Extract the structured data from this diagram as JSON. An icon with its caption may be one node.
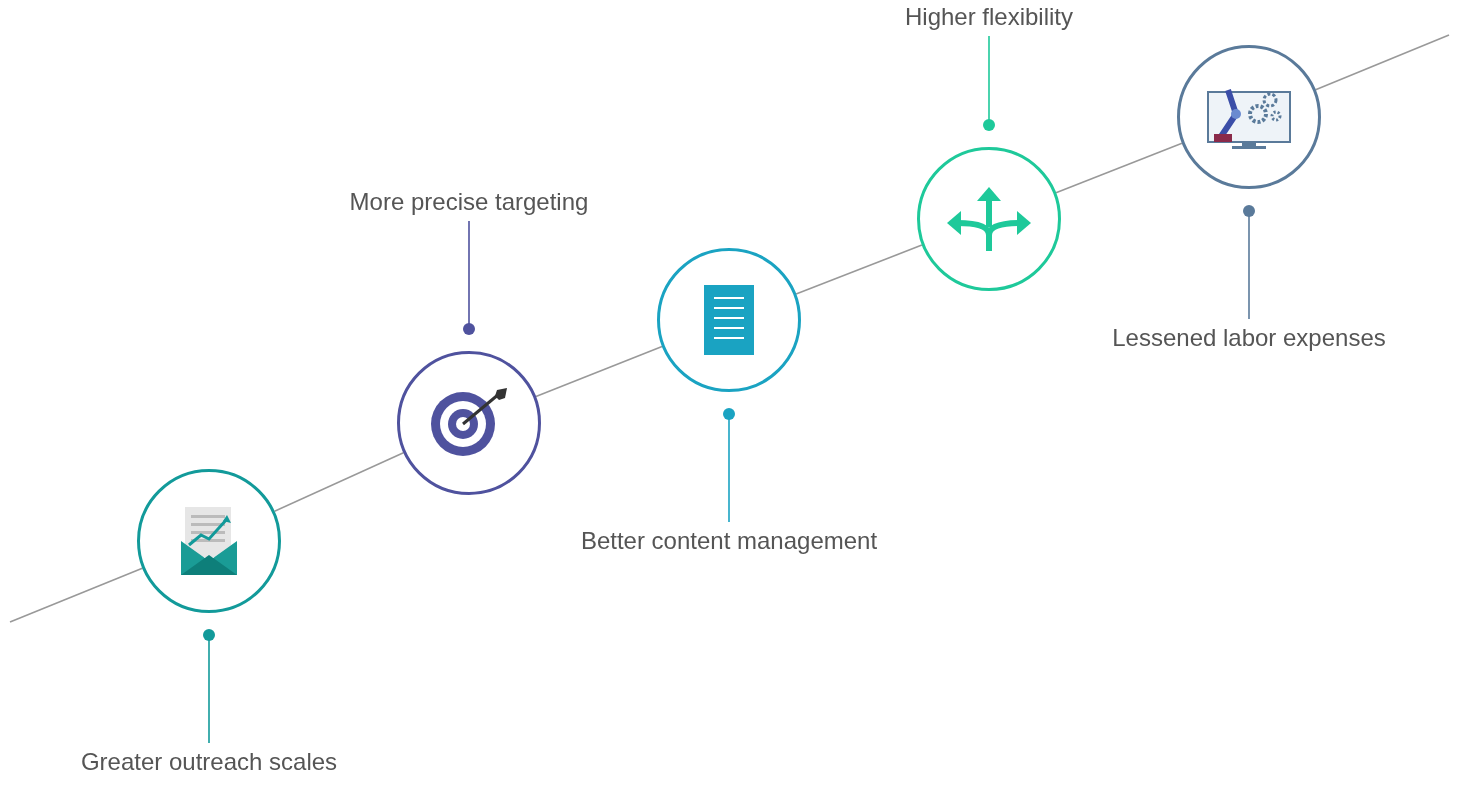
{
  "diagram": {
    "nodes": [
      {
        "text": [],
        "shape": "picture"
      },
      {
        "text": [],
        "shape": "picture"
      },
      {
        "text": [],
        "shape": "picture"
      },
      {
        "text": [],
        "shape": "picture"
      },
      {
        "text": [],
        "shape": "picture"
      },
      {
        "text": [
          "Greater outreach scales"
        ]
      },
      {
        "text": [
          "More precise targeting"
        ]
      },
      {
        "text": [
          "Better content management"
        ]
      },
      {
        "text": [
          "Higher flexibility"
        ]
      },
      {
        "text": [
          "Lessened labor expenses"
        ]
      }
    ],
    "edges": [
      {
        "from": null,
        "to": 0,
        "arrow": "none"
      },
      {
        "from": 0,
        "to": 1,
        "arrow": "none"
      },
      {
        "from": 1,
        "to": 2,
        "arrow": "none"
      },
      {
        "from": 2,
        "to": 3,
        "arrow": "none"
      },
      {
        "from": 3,
        "to": 4,
        "arrow": "none"
      },
      {
        "from": 4,
        "to": null,
        "arrow": "none"
      },
      {
        "from": 5,
        "to": 0,
        "arrow": "other",
        "color": "#129a9a"
      },
      {
        "from": 6,
        "to": 1,
        "arrow": "other",
        "color": "#4f529e"
      },
      {
        "from": 7,
        "to": 2,
        "arrow": "other",
        "color": "#1aa3c2"
      },
      {
        "from": 8,
        "to": 3,
        "arrow": "other",
        "color": "#1ec99a"
      },
      {
        "from": 9,
        "to": 4,
        "arrow": "other",
        "color": "#5a7a9a"
      }
    ]
  }
}
